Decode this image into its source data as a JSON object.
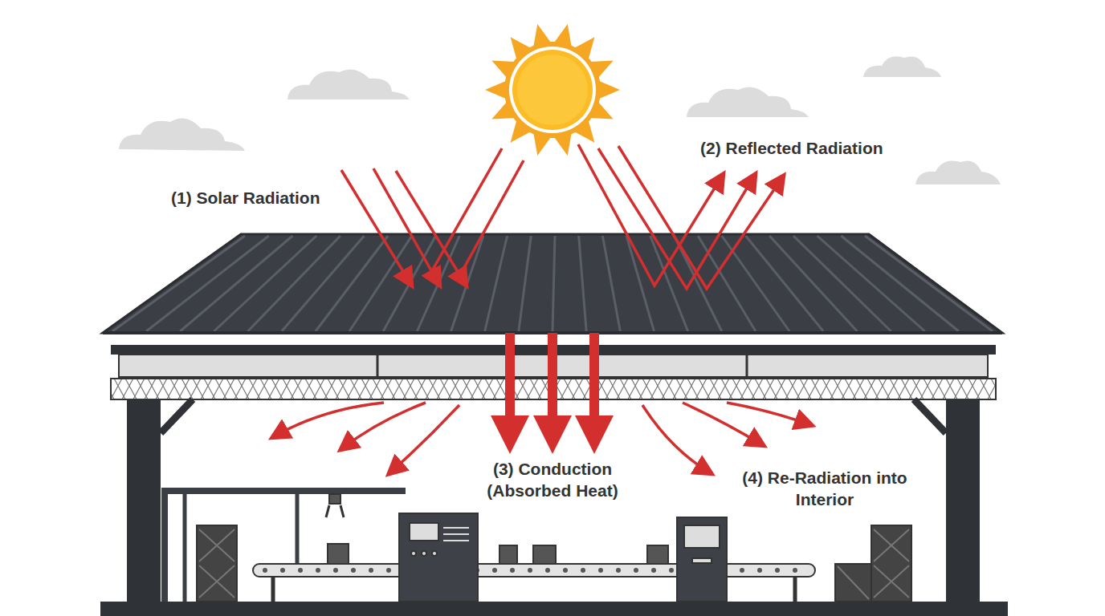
{
  "diagram": {
    "labels": [
      "(1) Solar Radiation",
      "(2) Reflected Radiation",
      "(3) Conduction (Absorbed Heat)",
      "(4) Re-Radiation into Interior"
    ]
  }
}
